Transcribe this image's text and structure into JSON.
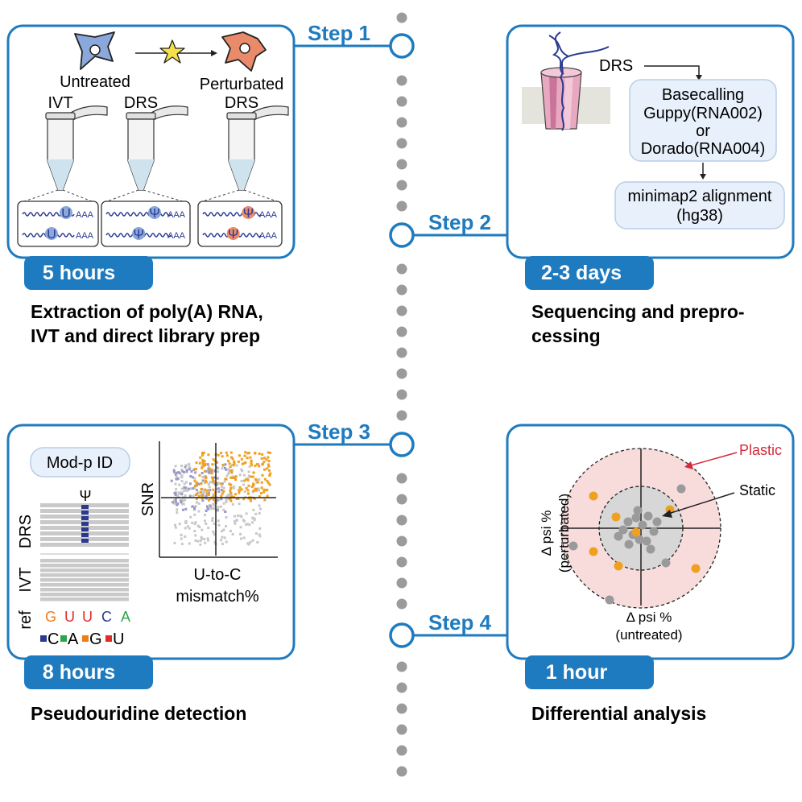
{
  "colors": {
    "accent": "#1f7bbf",
    "untreated_cell": "#8aa8dc",
    "perturbated_cell": "#e98a6b",
    "psi_orange": "#f0a020",
    "dot_gray": "#9a9a9a",
    "plastic_red": "#d42a3a",
    "pink_fill": "#f8dcdc",
    "nuc_blue": "#2b3990",
    "nuc_green": "#2aa845",
    "nuc_orange": "#f07d1a",
    "nuc_red": "#e12a2a"
  },
  "steps": [
    {
      "label": "Step 1",
      "badge": "5 hours",
      "caption": [
        "Extraction of poly(A) RNA,",
        "IVT and direct library prep"
      ]
    },
    {
      "label": "Step 2",
      "badge": "2-3 days",
      "caption": [
        "Sequencing and prepro-",
        "cessing"
      ]
    },
    {
      "label": "Step 3",
      "badge": "8 hours",
      "caption": [
        "Pseudouridine detection"
      ]
    },
    {
      "label": "Step 4",
      "badge": "1 hour",
      "caption": [
        "Differential analysis"
      ]
    }
  ],
  "panel1": {
    "untreated": "Untreated",
    "perturbated": "Perturbated",
    "tubes": [
      "IVT",
      "DRS",
      "DRS"
    ],
    "u": "U",
    "psi": "Ψ",
    "polya": "AAA"
  },
  "panel2": {
    "drs": "DRS",
    "basecalling": [
      "Basecalling",
      "Guppy(RNA002)",
      "or",
      "Dorado(RNA004)"
    ],
    "alignment": [
      "minimap2 alignment",
      "(hg38)"
    ]
  },
  "panel3": {
    "modp": "Mod-p ID",
    "psi": "Ψ",
    "drs": "DRS",
    "ivt": "IVT",
    "ref": "ref",
    "ref_seq": [
      "G",
      "U",
      "U",
      "C",
      "A"
    ],
    "legend": [
      "C",
      "A",
      "G",
      "U"
    ],
    "snr": "SNR",
    "xlabel": [
      "U-to-C",
      "mismatch%"
    ]
  },
  "panel4": {
    "plastic": "Plastic",
    "static": "Static",
    "ylabel": [
      "Δ psi %",
      "(perturbated)"
    ],
    "xlabel": [
      "Δ psi %",
      "(untreated)"
    ]
  }
}
